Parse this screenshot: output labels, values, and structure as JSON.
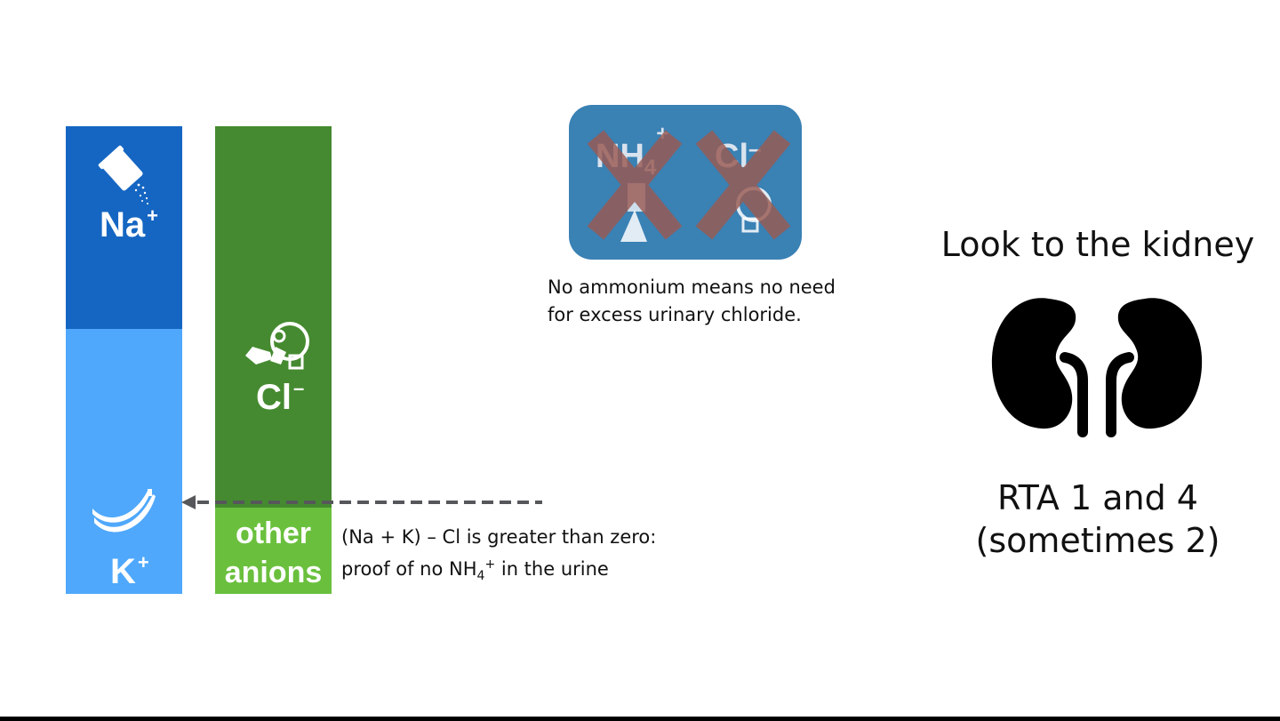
{
  "cations": {
    "sodium": {
      "label": "Na",
      "charge": "+",
      "icon": "salt-shaker-icon",
      "color": "#1566c2"
    },
    "potassium": {
      "label": "K",
      "charge": "+",
      "icon": "banana-icon",
      "color": "#4fa8fb"
    }
  },
  "anions": {
    "chloride": {
      "label": "Cl",
      "charge": "–",
      "icon": "gas-mask-icon",
      "color": "#458a30"
    },
    "other": {
      "line1": "other",
      "line2": "anions",
      "color": "#6ac03d"
    }
  },
  "anion_gap_note": {
    "line1": "(Na + K) – Cl is greater than zero:",
    "line2_prefix": "proof of no NH",
    "line2_sub": "4",
    "line2_sup": "+",
    "line2_suffix": " in the urine"
  },
  "crossed_tile": {
    "ammonium": {
      "label": "NH",
      "sub": "4",
      "charge": "+"
    },
    "chloride": {
      "label": "Cl",
      "charge": "–"
    },
    "color": "#3a81b4",
    "cross_color": "#9a5a52"
  },
  "ammonium_note": {
    "line1": "No ammonium means no need",
    "line2": "for excess urinary chloride."
  },
  "kidney_section": {
    "title": "Look to the kidney",
    "icon": "kidney-icon",
    "line1": "RTA 1 and 4",
    "line2": "(sometimes 2)"
  }
}
